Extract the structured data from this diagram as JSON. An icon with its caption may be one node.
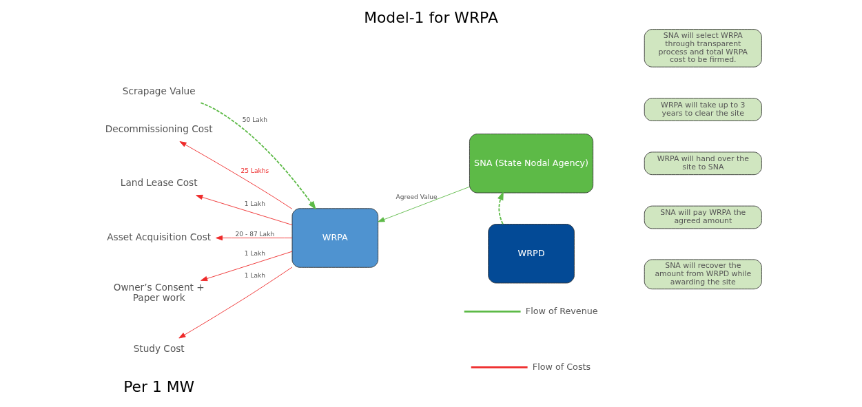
{
  "diagram": {
    "title": "Model-1 for WRPA",
    "nodes": [
      {
        "text": [
          "Decommissioning Cost"
        ]
      },
      {
        "text": [
          "Land Lease Cost"
        ]
      },
      {
        "text": [
          "Asset Acquisition Cost"
        ]
      },
      {
        "text": [
          "Owner’s Consent + Paper work"
        ]
      },
      {
        "text": [
          "Study Cost"
        ]
      },
      {
        "text": [
          "Scrapage Value"
        ]
      },
      {
        "text": [
          "WRPA"
        ]
      },
      {
        "text": [
          "SNA (State Nodal Agency)"
        ]
      },
      {
        "text": [
          "WRPD"
        ]
      },
      {
        "text": [
          "SNA will select WRPA through transparent process and total WRPA cost to be firmed."
        ]
      },
      {
        "text": [
          "WRPA will take up to 3 years to clear the site"
        ]
      },
      {
        "text": [
          "WRPA will hand over the site to SNA"
        ]
      },
      {
        "text": [
          "SNA will pay WRPA the agreed amount"
        ]
      },
      {
        "text": [
          "SNA will recover the amount from WRPD while awarding the site"
        ]
      }
    ],
    "edges": [
      {
        "from": 6,
        "to": 0,
        "arrow": "to",
        "label": "25 Lakhs"
      },
      {
        "from": 6,
        "to": 1,
        "arrow": "to",
        "label": "1 Lakh"
      },
      {
        "from": 6,
        "to": 2,
        "arrow": "to",
        "label": "20 - 87 Lakh"
      },
      {
        "from": 6,
        "to": 3,
        "arrow": "to",
        "label": "1 Lakh"
      },
      {
        "from": 6,
        "to": 4,
        "arrow": "to",
        "label": "1 Lakh"
      },
      {
        "from": 5,
        "to": 6,
        "arrow": "to",
        "label": "50 Lakh",
        "style": "dashed",
        "color": "#5dba47"
      },
      {
        "from": 7,
        "to": 6,
        "arrow": "to",
        "label": "Agreed Value",
        "color": "#5dba47"
      },
      {
        "from": 8,
        "to": 7,
        "arrow": "to",
        "style": "dashed",
        "color": "#5dba47"
      }
    ],
    "labels": [
      "Per 1 MW"
    ],
    "legend": [
      {
        "text": "Flow of Revenue",
        "color": "#5dba47"
      },
      {
        "text": "Flow of Costs",
        "color": "#ee2a2a"
      }
    ]
  }
}
